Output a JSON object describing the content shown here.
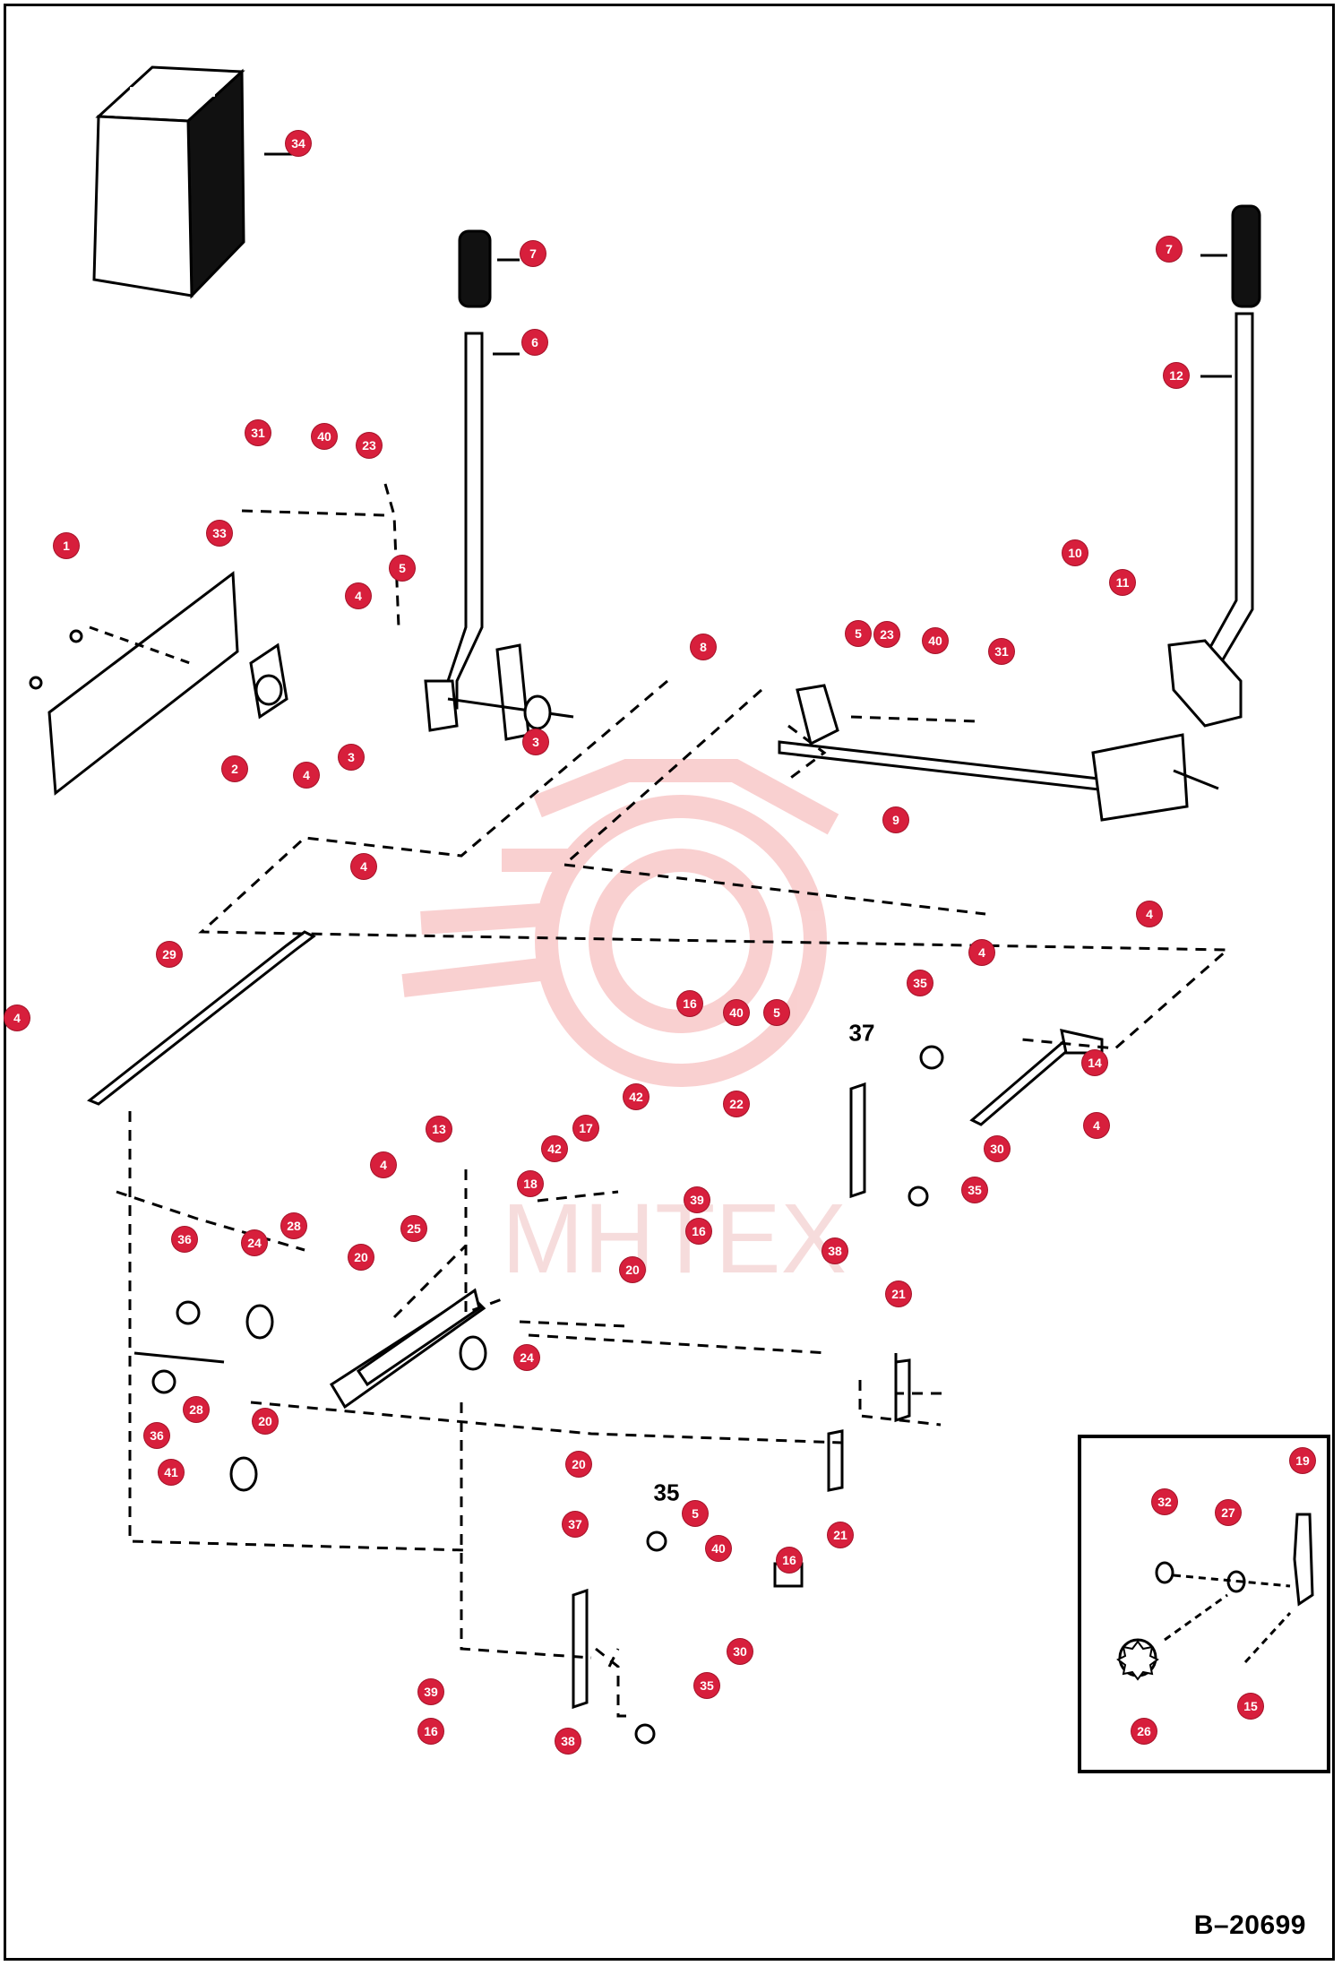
{
  "figure_number": "B–20699",
  "watermark_text": "MHTEX",
  "colors": {
    "callout": "#d71f3c",
    "line": "#000000",
    "watermark": "#f4b5b5"
  },
  "parts": [
    {
      "label": "34",
      "description": "decal block"
    },
    {
      "label": "7"
    },
    {
      "label": "6"
    },
    {
      "label": "12"
    },
    {
      "label": "31"
    },
    {
      "label": "40"
    },
    {
      "label": "23"
    },
    {
      "label": "1"
    },
    {
      "label": "33"
    },
    {
      "label": "5"
    },
    {
      "label": "10"
    },
    {
      "label": "11"
    },
    {
      "label": "8"
    },
    {
      "label": "4"
    },
    {
      "label": "2"
    },
    {
      "label": "3"
    },
    {
      "label": "9"
    },
    {
      "label": "29"
    },
    {
      "label": "16"
    },
    {
      "label": "35"
    },
    {
      "label": "37"
    },
    {
      "label": "14"
    },
    {
      "label": "42"
    },
    {
      "label": "17"
    },
    {
      "label": "22"
    },
    {
      "label": "13"
    },
    {
      "label": "18"
    },
    {
      "label": "30"
    },
    {
      "label": "39"
    },
    {
      "label": "25"
    },
    {
      "label": "28"
    },
    {
      "label": "36"
    },
    {
      "label": "24"
    },
    {
      "label": "20"
    },
    {
      "label": "38"
    },
    {
      "label": "21"
    },
    {
      "label": "41"
    },
    {
      "label": "19"
    },
    {
      "label": "32"
    },
    {
      "label": "27"
    },
    {
      "label": "26"
    },
    {
      "label": "15"
    }
  ]
}
